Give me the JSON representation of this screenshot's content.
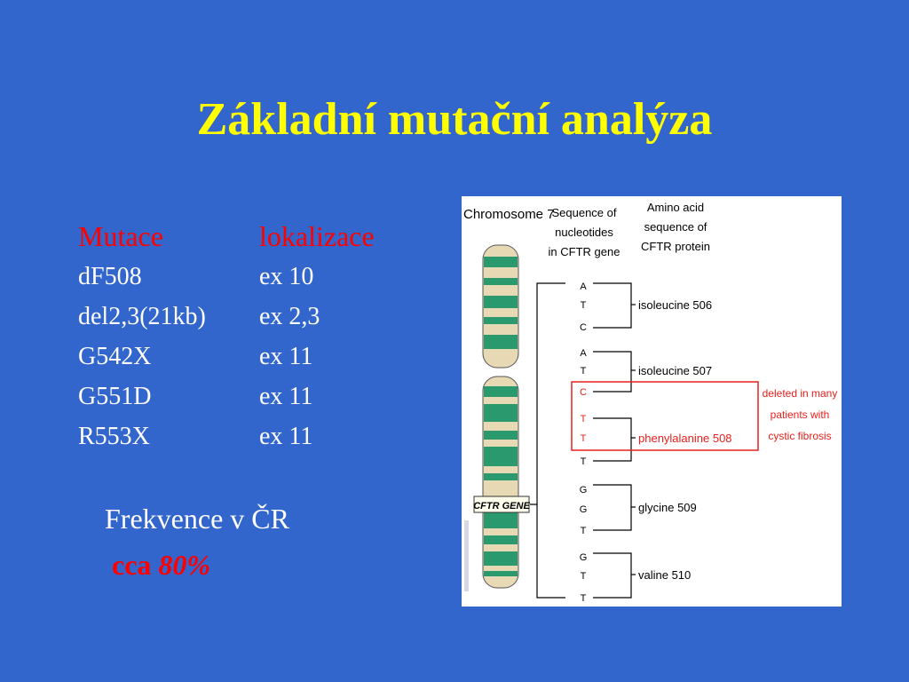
{
  "slide": {
    "title": "Základní mutační analýza",
    "table": {
      "headers": [
        "Mutace",
        "lokalizace"
      ],
      "rows": [
        [
          "dF508",
          "ex 10"
        ],
        [
          "del2,3(21kb)",
          "ex 2,3"
        ],
        [
          "G542X",
          "ex 11"
        ],
        [
          "G551D",
          "ex 11"
        ],
        [
          "R553X",
          "ex 11"
        ]
      ]
    },
    "frequency_label": "Frekvence v ČR",
    "frequency_prefix": "cca",
    "frequency_value": "80%"
  },
  "figure": {
    "col_chromosome": "Chromosome 7",
    "col_sequence": [
      "Sequence of",
      "nucleotides",
      "in CFTR gene"
    ],
    "col_amino": [
      "Amino acid",
      "sequence of",
      "CFTR protein"
    ],
    "gene_label": "CFTR GENE",
    "codons": [
      {
        "bases": [
          "A",
          "T",
          "C"
        ],
        "amino": "isoleucine 506"
      },
      {
        "bases": [
          "A",
          "T",
          "C"
        ],
        "amino": "isoleucine 507"
      },
      {
        "bases": [
          "T",
          "T",
          "T"
        ],
        "amino": "phenylalanine 508"
      },
      {
        "bases": [
          "G",
          "G",
          "T"
        ],
        "amino": "glycine 509"
      },
      {
        "bases": [
          "G",
          "T",
          "T"
        ],
        "amino": "valine 510"
      }
    ],
    "deleted_base": "C",
    "deleted_note": [
      "deleted in many",
      "patients with",
      "cystic fibrosis"
    ],
    "highlight_color": "#e8201c"
  }
}
